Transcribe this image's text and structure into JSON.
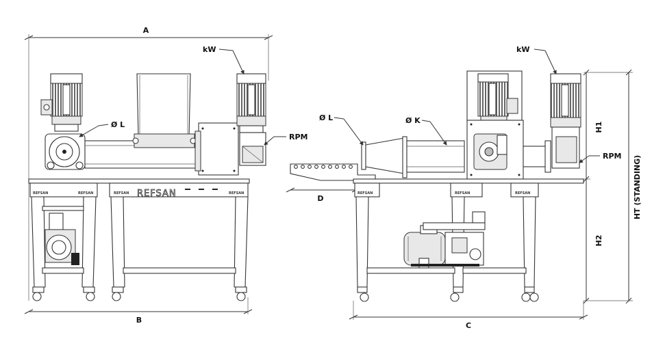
{
  "labels": {
    "A": "A",
    "B": "B",
    "C": "C",
    "D": "D",
    "kw_left": "kW",
    "kw_right": "kW",
    "dia_l_left": "Ø L",
    "dia_l_right": "Ø L",
    "dia_k": "Ø K",
    "rpm_left": "RPM",
    "rpm_right": "RPM",
    "h1": "H1",
    "h2": "H2",
    "ht": "HT (STANDING)"
  },
  "brand": {
    "small": "REFSAN",
    "large": "REFSAN"
  }
}
